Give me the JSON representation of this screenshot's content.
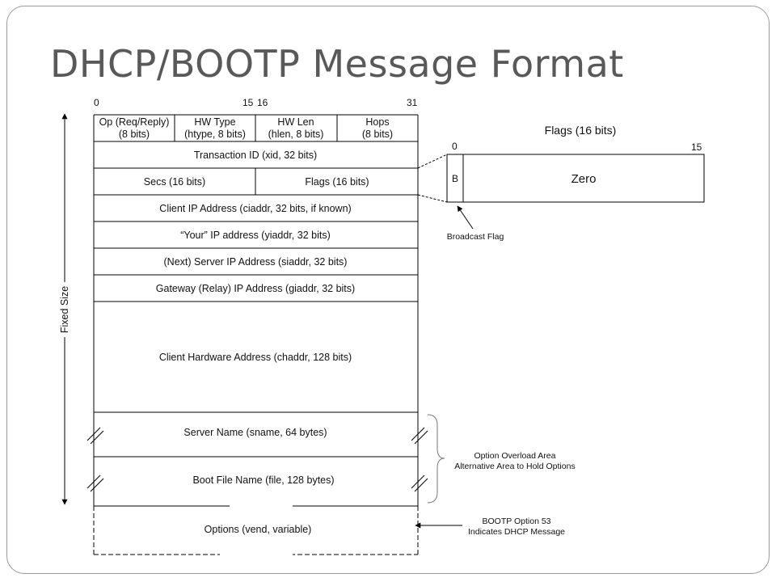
{
  "title": "DHCP/BOOTP Message Format",
  "bit_labels": {
    "start": "0",
    "mid_left": "15",
    "mid_right": "16",
    "end": "31"
  },
  "row1": [
    {
      "line1": "Op (Req/Reply)",
      "line2": "(8 bits)"
    },
    {
      "line1": "HW Type",
      "line2": "(htype, 8 bits)"
    },
    {
      "line1": "HW Len",
      "line2": "(hlen, 8 bits)"
    },
    {
      "line1": "Hops",
      "line2": "(8 bits)"
    }
  ],
  "fields": {
    "xid": "Transaction ID (xid, 32 bits)",
    "secs": "Secs (16 bits)",
    "flags": "Flags (16 bits)",
    "ciaddr": "Client IP Address (ciaddr, 32 bits, if known)",
    "yiaddr": "“Your” IP address (yiaddr, 32 bits)",
    "siaddr": "(Next) Server IP Address (siaddr, 32 bits)",
    "giaddr": "Gateway (Relay) IP Address (giaddr, 32 bits)",
    "chaddr": "Client Hardware Address (chaddr, 128 bits)",
    "sname": "Server Name (sname, 64 bytes)",
    "file": "Boot File Name (file, 128 bytes)",
    "options": "Options (vend, variable)"
  },
  "fixed_size_label": "Fixed Size",
  "flags_detail": {
    "title": "Flags (16 bits)",
    "bit_start": "0",
    "bit_end": "15",
    "b_label": "B",
    "zero_label": "Zero",
    "broadcast_label": "Broadcast Flag"
  },
  "overload_note": {
    "line1": "Option Overload Area",
    "line2": "Alternative Area to Hold Options"
  },
  "option53_note": {
    "line1": "BOOTP Option 53",
    "line2": "Indicates DHCP Message"
  }
}
